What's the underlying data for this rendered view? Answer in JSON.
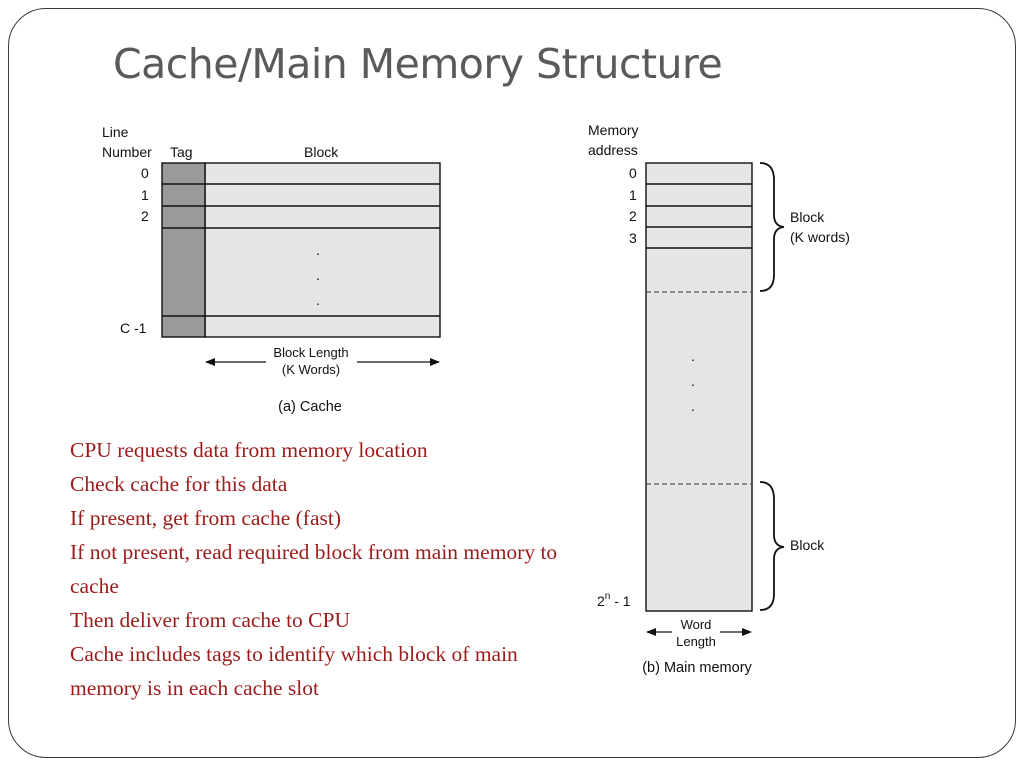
{
  "slide": {
    "title": "Cache/Main Memory Structure",
    "bullets": [
      "CPU requests data from memory location",
      "Check cache for this data",
      "If present, get from cache (fast)",
      "If not present, read required block from main memory to cache",
      "Then deliver from cache to CPU",
      "Cache includes tags to identify which block of main memory is in each cache slot"
    ]
  },
  "cache": {
    "col_line_1": "Line",
    "col_line_2": "Number",
    "col_tag": "Tag",
    "col_block": "Block",
    "rows": [
      "0",
      "1",
      "2"
    ],
    "last_row": "C -1",
    "dots": ".",
    "length_label_1": "Block Length",
    "length_label_2": "(K Words)",
    "caption": "(a) Cache"
  },
  "main_memory": {
    "header_1": "Memory",
    "header_2": "address",
    "rows": [
      "0",
      "1",
      "2",
      "3"
    ],
    "last_row_base": "2",
    "last_row_exp": "n",
    "last_row_rest": " - 1",
    "dots": ".",
    "block_top_1": "Block",
    "block_top_2": "(K words)",
    "block_bottom": "Block",
    "width_label_1": "Word",
    "width_label_2": "Length",
    "caption": "(b) Main memory"
  },
  "colors": {
    "title": "#5a5a5a",
    "bullet_text": "#9c1b1b",
    "tag_fill": "#9a9a9a",
    "block_fill": "#e6e6e6"
  }
}
